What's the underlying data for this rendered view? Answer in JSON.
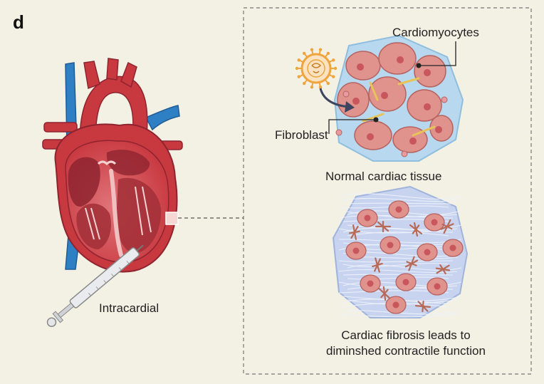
{
  "panel_label": "d",
  "labels": {
    "cardiomyocytes": "Cardiomyocytes",
    "fibroblast": "Fibroblast",
    "normal_tissue": "Normal cardiac tissue",
    "injection": "Intracardial",
    "fibrosis_line1": "Cardiac fibrosis leads to",
    "fibrosis_line2": "diminshed contractile function"
  },
  "colors": {
    "background": "#f3f0e4",
    "heart_red": "#c8383f",
    "heart_dark": "#8e2430",
    "vessel_blue": "#2f7fc4",
    "cell_pink": "#e0928c",
    "nucleus": "#c8565a",
    "matrix_blue": "#b7d8ee",
    "fibrous_blue": "#c7d3ef",
    "fibroblast_brown": "#b86a56",
    "virus_orange": "#f0a43c"
  }
}
